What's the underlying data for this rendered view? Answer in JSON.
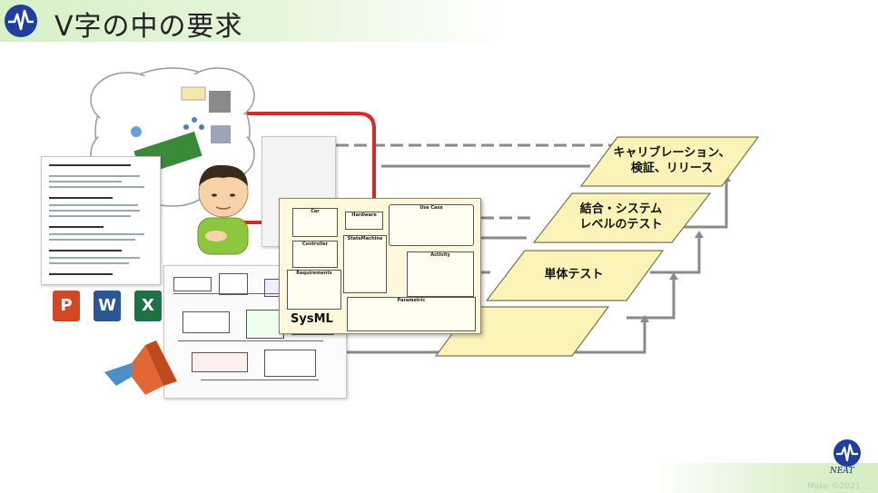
{
  "header": {
    "title": "V字の中の要求"
  },
  "bands": [
    {
      "label": "キャリブレーション、\n検証、リリース"
    },
    {
      "label": "結合・システム\nレベルのテスト"
    },
    {
      "label": "単体テスト"
    },
    {
      "label": ""
    }
  ],
  "documents": {
    "sysml_label": "SysML",
    "app_icons": [
      "P",
      "W",
      "X"
    ],
    "sysml_boxes": [
      "Car",
      "Hardware",
      "Use Case",
      "Controller",
      "StateMachine",
      "Activity",
      "Requirements",
      "Parametric"
    ]
  },
  "footer": {
    "logo_text": "NEAT",
    "copyright": "Make ©2021 ..."
  },
  "colors": {
    "band_fill": "#fbf3b8",
    "band_stroke": "#7a7455",
    "title_band": "#d7f0c8",
    "red_loop": "#d22b2b",
    "arrow_gray": "#8a8a8a",
    "logo_blue": "#1f3f9e"
  }
}
